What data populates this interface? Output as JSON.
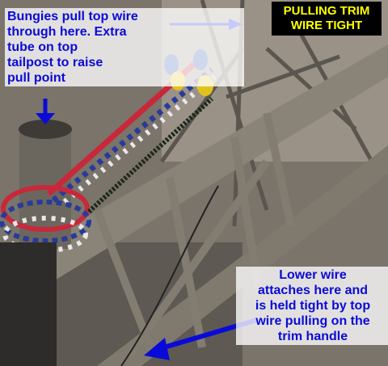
{
  "annotations": {
    "bungies_note": "Bungies pull top wire\nthrough here. Extra\ntube on top\ntailpost to raise\npull point",
    "title_badge": "PULLING TRIM\nWIRE TIGHT",
    "lower_wire_note": "Lower wire\nattaches here and\nis held tight by top\nwire pulling on the\ntrim handle"
  },
  "colors": {
    "annotation_text": "#0a0ad8",
    "arrow": "#0a0ad8",
    "badge_bg": "#000000",
    "badge_text": "#ffff00",
    "tubing": "#8a8478",
    "bungee_red": "#c8283a",
    "bungee_blue": "#2a3a9a"
  }
}
